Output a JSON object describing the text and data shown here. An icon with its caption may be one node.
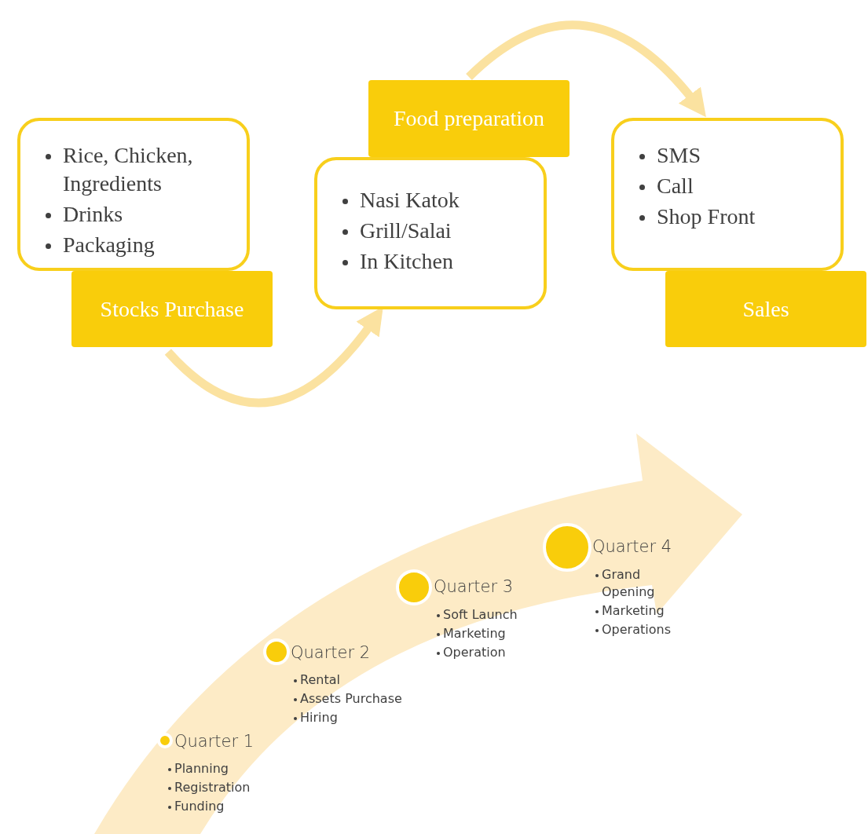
{
  "diagram": {
    "nodes": [
      {
        "text": [
          "Rice, Chicken, Ingredients",
          "Drinks",
          "Packaging"
        ]
      },
      {
        "text": [
          "Stocks Purchase"
        ]
      },
      {
        "text": [
          "Nasi Katok",
          "Grill/Salai",
          "In Kitchen"
        ]
      },
      {
        "text": [
          "Food preparation"
        ]
      },
      {
        "text": [
          "SMS",
          "Call",
          "Shop Front"
        ]
      },
      {
        "text": [
          "Sales"
        ]
      }
    ],
    "edges": [
      {
        "from": 1,
        "to": 2,
        "arrow": "to"
      },
      {
        "from": 3,
        "to": 4,
        "arrow": "to"
      }
    ],
    "labels": [
      "Quarter 1",
      "Planning",
      "Registration",
      "Funding",
      "Quarter 2",
      "Rental",
      "Assets Purchase",
      "Hiring",
      "Quarter 3",
      "Soft Launch",
      "Marketing",
      "Operation",
      "Quarter 4",
      "Grand Opening",
      "Marketing",
      "Operations"
    ]
  }
}
